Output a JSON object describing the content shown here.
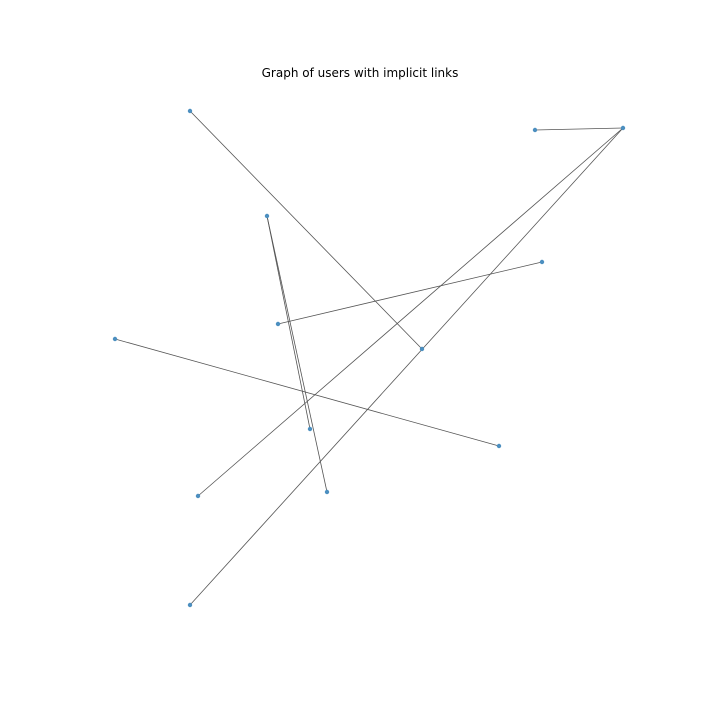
{
  "title": "Graph of users with implicit links",
  "node_color": "#4c8fc0",
  "edge_color": "#555555",
  "nodes": [
    {
      "id": "n1"
    },
    {
      "id": "n2"
    },
    {
      "id": "n3"
    },
    {
      "id": "n4"
    },
    {
      "id": "n5"
    },
    {
      "id": "n6"
    },
    {
      "id": "n7"
    },
    {
      "id": "n8"
    },
    {
      "id": "n9"
    },
    {
      "id": "n10"
    },
    {
      "id": "n11"
    },
    {
      "id": "n12"
    },
    {
      "id": "n13"
    }
  ],
  "edges": [
    [
      "n1",
      "n9"
    ],
    [
      "n2",
      "n3"
    ],
    [
      "n4",
      "n11"
    ],
    [
      "n4",
      "n12"
    ],
    [
      "n5",
      "n6"
    ],
    [
      "n7",
      "n10"
    ],
    [
      "n3",
      "n13"
    ],
    [
      "n3",
      "n8"
    ]
  ]
}
